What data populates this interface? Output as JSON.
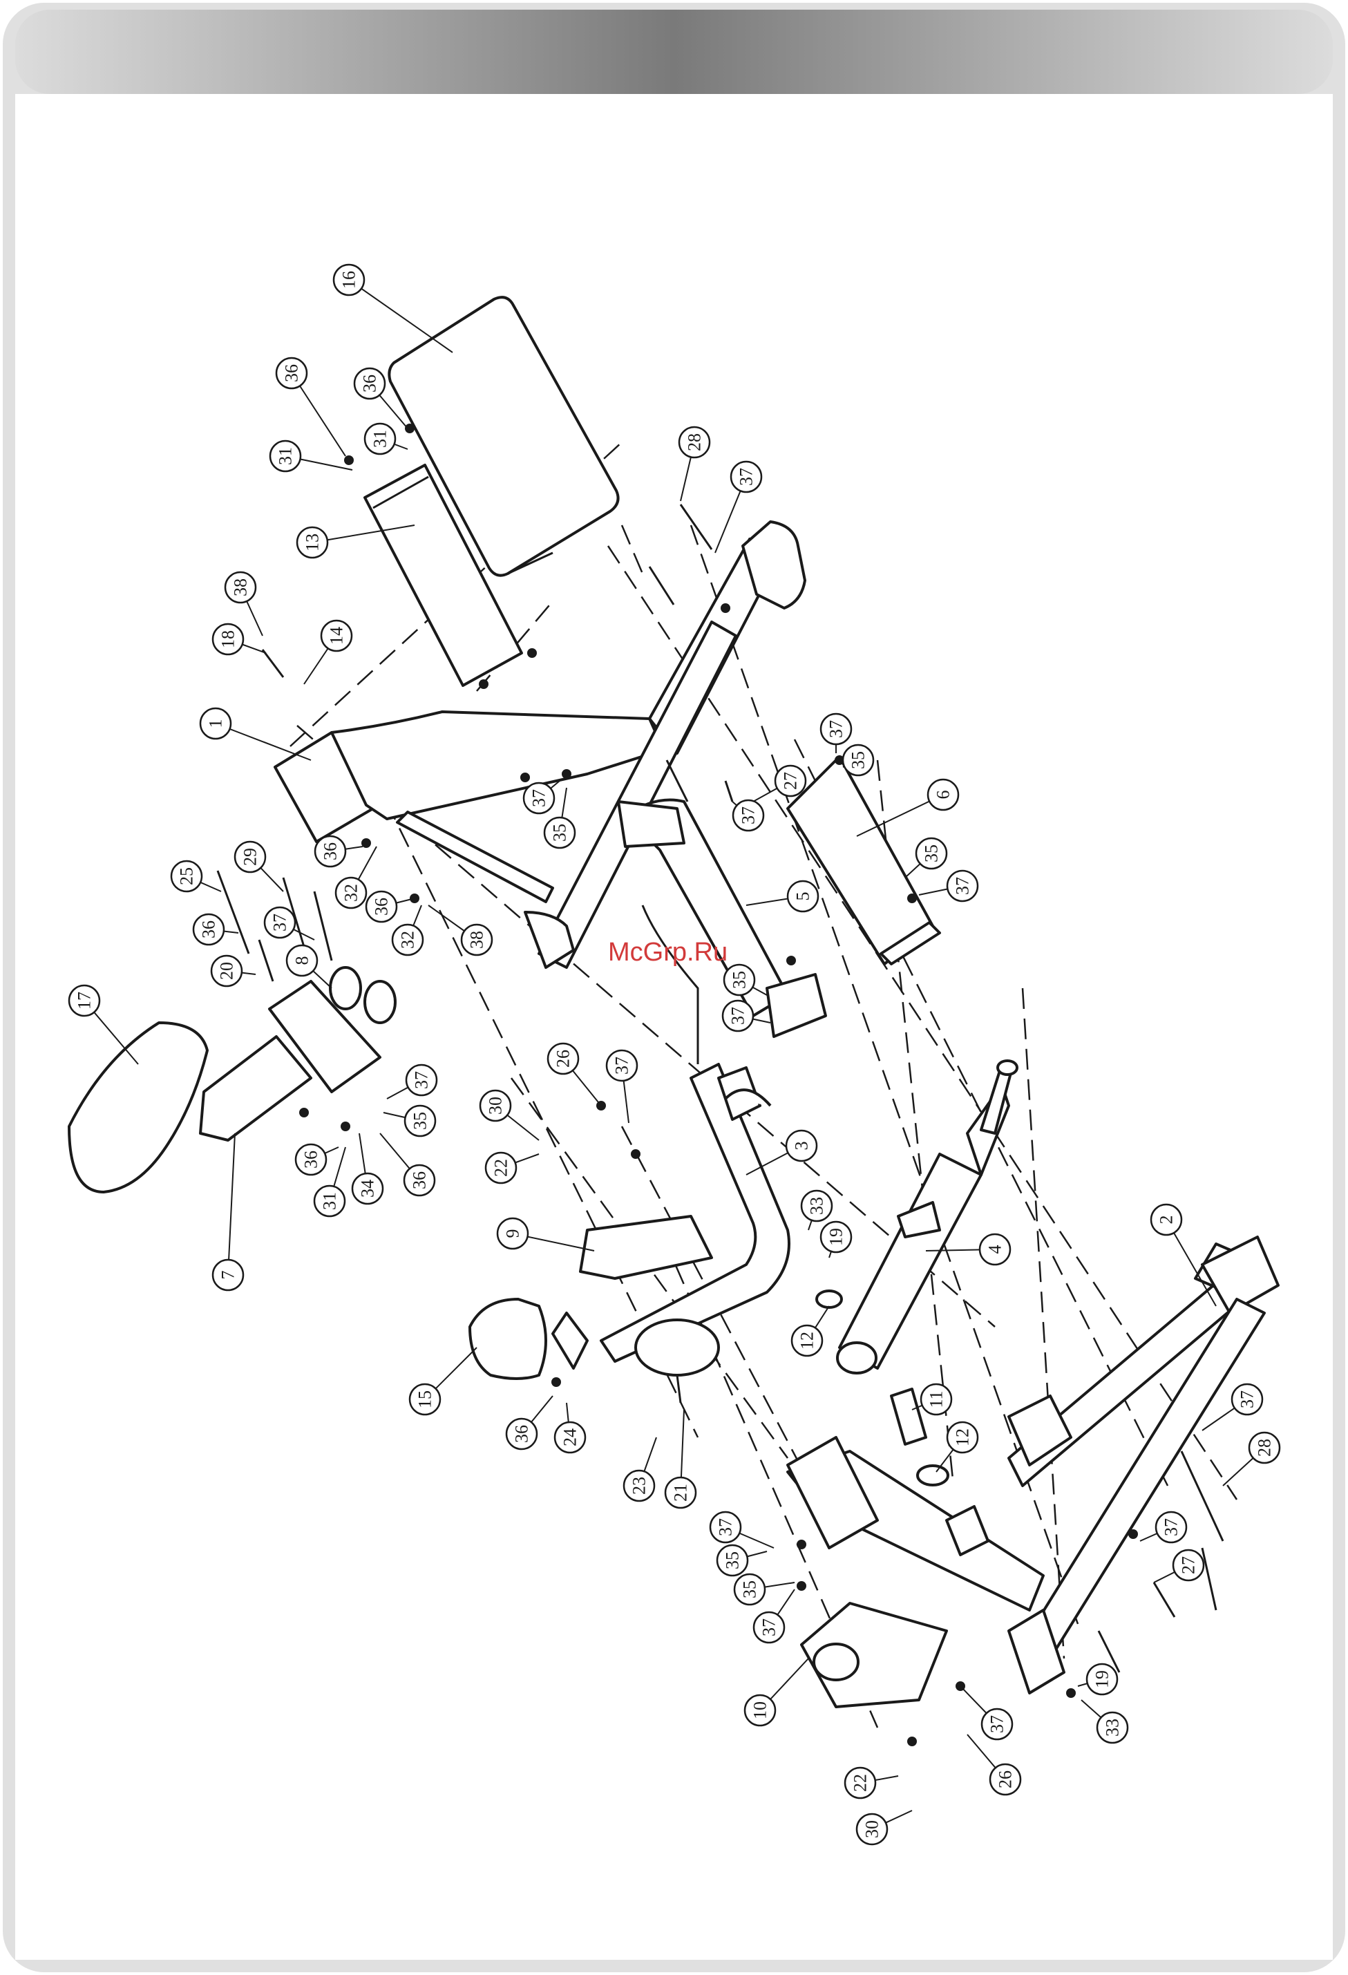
{
  "watermark": "McGrp.Ru",
  "colors": {
    "header_dark": "#7a7a7a",
    "header_light": "#d6d6d6",
    "line": "#1a1a1a",
    "watermark": "#d23a3a"
  },
  "callouts": [
    {
      "id": "c16a",
      "label": "16"
    },
    {
      "id": "c36a",
      "label": "36"
    },
    {
      "id": "c36b",
      "label": "36"
    },
    {
      "id": "c31a",
      "label": "31"
    },
    {
      "id": "c31b",
      "label": "31"
    },
    {
      "id": "c28a",
      "label": "28"
    },
    {
      "id": "c37a",
      "label": "37"
    },
    {
      "id": "c13",
      "label": "13"
    },
    {
      "id": "c38a",
      "label": "38"
    },
    {
      "id": "c18",
      "label": "18"
    },
    {
      "id": "c14",
      "label": "14"
    },
    {
      "id": "c1",
      "label": "1"
    },
    {
      "id": "c37b",
      "label": "37"
    },
    {
      "id": "c35a",
      "label": "35"
    },
    {
      "id": "c37c",
      "label": "37"
    },
    {
      "id": "c35b",
      "label": "35"
    },
    {
      "id": "c27a",
      "label": "27"
    },
    {
      "id": "c37d",
      "label": "37"
    },
    {
      "id": "c6",
      "label": "6"
    },
    {
      "id": "c35c",
      "label": "35"
    },
    {
      "id": "c37e",
      "label": "37"
    },
    {
      "id": "c25",
      "label": "25"
    },
    {
      "id": "c29",
      "label": "29"
    },
    {
      "id": "c36c",
      "label": "36"
    },
    {
      "id": "c32a",
      "label": "32"
    },
    {
      "id": "c36d",
      "label": "36"
    },
    {
      "id": "c32b",
      "label": "32"
    },
    {
      "id": "c38b",
      "label": "38"
    },
    {
      "id": "c5",
      "label": "5"
    },
    {
      "id": "c36e",
      "label": "36"
    },
    {
      "id": "c37f",
      "label": "37"
    },
    {
      "id": "c20",
      "label": "20"
    },
    {
      "id": "c8",
      "label": "8"
    },
    {
      "id": "c17",
      "label": "17"
    },
    {
      "id": "c35d",
      "label": "35"
    },
    {
      "id": "c37g",
      "label": "37"
    },
    {
      "id": "c26a",
      "label": "26"
    },
    {
      "id": "c37h",
      "label": "37"
    },
    {
      "id": "c30a",
      "label": "30"
    },
    {
      "id": "c37i",
      "label": "37"
    },
    {
      "id": "c35e",
      "label": "35"
    },
    {
      "id": "c3",
      "label": "3"
    },
    {
      "id": "c22a",
      "label": "22"
    },
    {
      "id": "c36f",
      "label": "36"
    },
    {
      "id": "c31c",
      "label": "31"
    },
    {
      "id": "c34",
      "label": "34"
    },
    {
      "id": "c36g",
      "label": "36"
    },
    {
      "id": "c7",
      "label": "7"
    },
    {
      "id": "c9",
      "label": "9"
    },
    {
      "id": "c33a",
      "label": "33"
    },
    {
      "id": "c19a",
      "label": "19"
    },
    {
      "id": "c4",
      "label": "4"
    },
    {
      "id": "c2",
      "label": "2"
    },
    {
      "id": "c12a",
      "label": "12"
    },
    {
      "id": "c15",
      "label": "15"
    },
    {
      "id": "c36h",
      "label": "36"
    },
    {
      "id": "c24",
      "label": "24"
    },
    {
      "id": "c11",
      "label": "11"
    },
    {
      "id": "c12b",
      "label": "12"
    },
    {
      "id": "c37j",
      "label": "37"
    },
    {
      "id": "c28b",
      "label": "28"
    },
    {
      "id": "c23",
      "label": "23"
    },
    {
      "id": "c21",
      "label": "21"
    },
    {
      "id": "c37k",
      "label": "37"
    },
    {
      "id": "c35f",
      "label": "35"
    },
    {
      "id": "c35g",
      "label": "35"
    },
    {
      "id": "c37l",
      "label": "37"
    },
    {
      "id": "c37m",
      "label": "37"
    },
    {
      "id": "c27b",
      "label": "27"
    },
    {
      "id": "c10",
      "label": "10"
    },
    {
      "id": "c19b",
      "label": "19"
    },
    {
      "id": "c37n",
      "label": "37"
    },
    {
      "id": "c33b",
      "label": "33"
    },
    {
      "id": "c26b",
      "label": "26"
    },
    {
      "id": "c22b",
      "label": "22"
    },
    {
      "id": "c30b",
      "label": "30"
    }
  ]
}
